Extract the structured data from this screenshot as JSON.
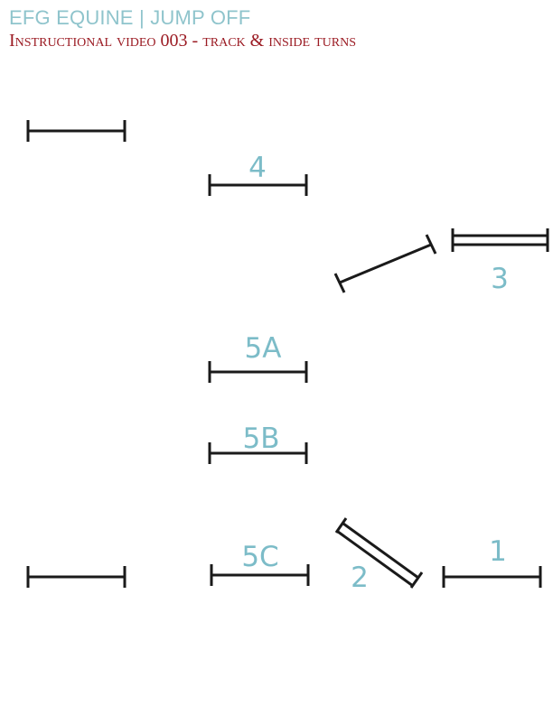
{
  "header": {
    "brand": "EFG EQUINE | JUMP OFF",
    "subtitle": "Instructional video 003 - track & inside turns"
  },
  "colors": {
    "brand": "#8fc4cc",
    "subtitle": "#9b1b23",
    "label": "#7cbcc8",
    "fence": "#1a1a1a"
  },
  "fences": {
    "top_left": "",
    "f4": "4",
    "f3_approach": "",
    "f3": "3",
    "f5a": "5A",
    "f5b": "5B",
    "f5c": "5C",
    "f2": "2",
    "f1": "1",
    "bottom_left": ""
  }
}
